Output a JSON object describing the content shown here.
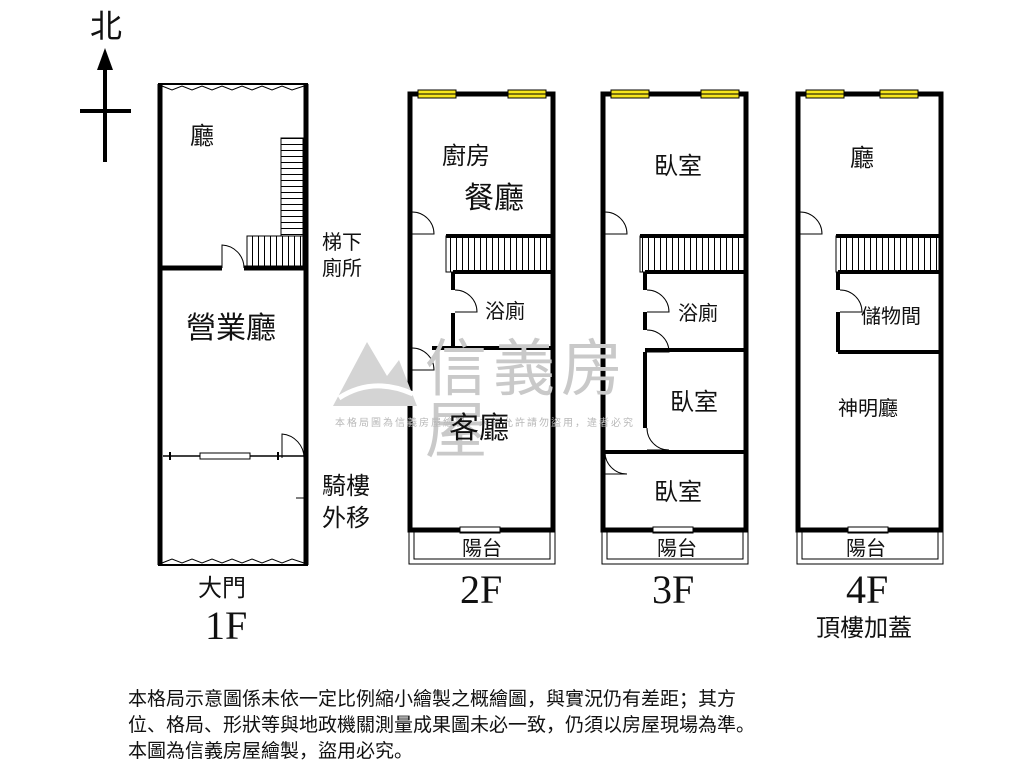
{
  "north_label": "北",
  "floors": {
    "f1": {
      "name": "1F",
      "rooms": {
        "hall": "廳",
        "stair_toilet_1": "梯下",
        "stair_toilet_2": "廁所",
        "business_hall": "營業廳",
        "arcade_1": "騎樓",
        "arcade_2": "外移",
        "main_door": "大門"
      }
    },
    "f2": {
      "name": "2F",
      "rooms": {
        "kitchen": "廚房",
        "dining": "餐廳",
        "bath": "浴廁",
        "living": "客廳",
        "balcony": "陽台"
      }
    },
    "f3": {
      "name": "3F",
      "rooms": {
        "bedroom_a": "臥室",
        "bath": "浴廁",
        "bedroom_b": "臥室",
        "bedroom_c": "臥室",
        "balcony": "陽台"
      }
    },
    "f4": {
      "name": "4F",
      "note": "頂樓加蓋",
      "rooms": {
        "hall": "廳",
        "storage": "儲物間",
        "shrine": "神明廳",
        "balcony": "陽台"
      }
    }
  },
  "watermark": {
    "brand": "信義房屋",
    "sub": "本格局圖為信義房屋繪製，未經允許請勿盜用，違者必究"
  },
  "disclaimer": {
    "line1": "本格局示意圖係未依一定比例縮小繪製之概繪圖，與實況仍有差距；其方",
    "line2": "位、格局、形狀等與地政機關測量成果圖未必一致，仍須以房屋現場為準。",
    "line3": "本圖為信義房屋繪製，盜用必究。"
  }
}
